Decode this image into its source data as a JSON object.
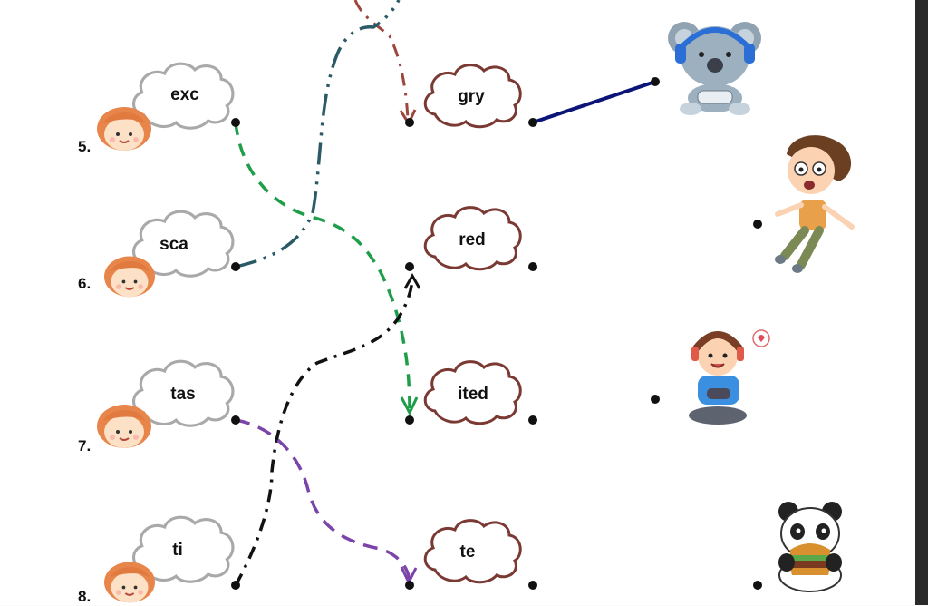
{
  "worksheet": {
    "left_items": [
      {
        "number": "5.",
        "syllable": "exc"
      },
      {
        "number": "6.",
        "syllable": "sca"
      },
      {
        "number": "7.",
        "syllable": "tas"
      },
      {
        "number": "8.",
        "syllable": "ti"
      }
    ],
    "middle_items": [
      {
        "syllable": "gry"
      },
      {
        "syllable": "red"
      },
      {
        "syllable": "ited"
      },
      {
        "syllable": "te"
      }
    ],
    "pictures": [
      {
        "name": "koala-gamer-icon"
      },
      {
        "name": "scared-boy-icon"
      },
      {
        "name": "excited-gamer-kid-icon"
      },
      {
        "name": "panda-eating-burger-icon"
      }
    ]
  },
  "colors": {
    "cloud_left": "#a9a9a9",
    "cloud_middle": "#7a3a33",
    "line_brown": "#9e463e",
    "line_teal": "#2a5a66",
    "line_green": "#1f9e4a",
    "line_black": "#111111",
    "line_purple": "#7a44a8",
    "line_navy": "#0c1577"
  }
}
